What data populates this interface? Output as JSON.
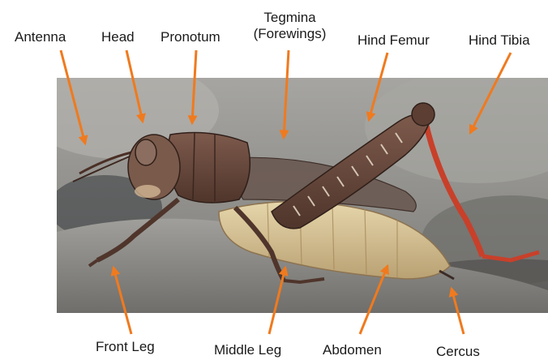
{
  "labels": {
    "antenna": "Antenna",
    "head": "Head",
    "pronotum": "Pronotum",
    "tegmina_line1": "Tegmina",
    "tegmina_line2": "(Forewings)",
    "hind_femur": "Hind Femur",
    "hind_tibia": "Hind Tibia",
    "front_leg": "Front Leg",
    "middle_leg": "Middle Leg",
    "abdomen": "Abdomen",
    "cercus": "Cercus"
  },
  "colors": {
    "arrow": "#f07a1e",
    "label_text": "#1a1a1a",
    "rock_light": "#9a9a98",
    "rock_dark": "#5e5e5c",
    "grasshopper_brown": "#6b4a3e",
    "abdomen_cream": "#d9c79a",
    "tibia_red": "#c8402a"
  },
  "photo": {
    "subject": "grasshopper on rock"
  }
}
